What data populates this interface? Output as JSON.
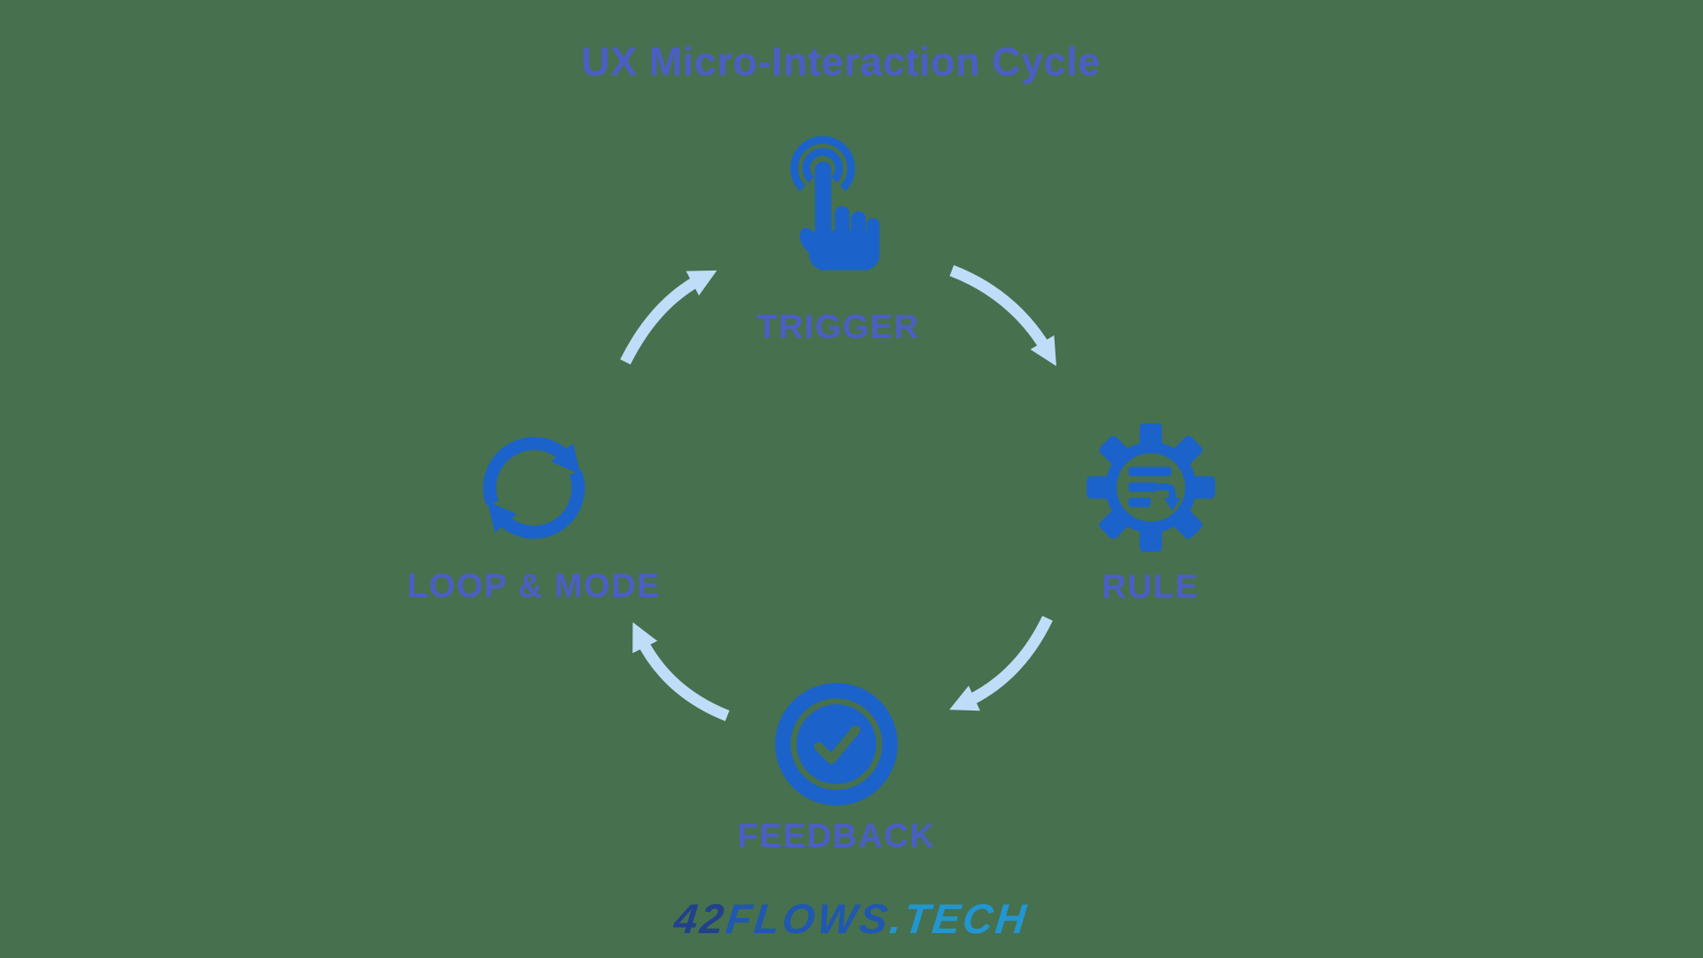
{
  "title": "UX Micro-Interaction Cycle",
  "nodes": [
    {
      "id": "trigger",
      "label": "TRIGGER",
      "icon": "tap-icon"
    },
    {
      "id": "rule",
      "label": "RULE",
      "icon": "gear-icon"
    },
    {
      "id": "feedback",
      "label": "FEEDBACK",
      "icon": "check-circle-icon"
    },
    {
      "id": "loop",
      "label": "LOOP & MODE",
      "icon": "sync-icon"
    }
  ],
  "arrows": [
    {
      "from": "LOOP & MODE",
      "to": "TRIGGER"
    },
    {
      "from": "TRIGGER",
      "to": "RULE"
    },
    {
      "from": "RULE",
      "to": "FEEDBACK"
    },
    {
      "from": "FEEDBACK",
      "to": "LOOP & MODE"
    }
  ],
  "logo": {
    "prefix": "42",
    "name": "FLOWS",
    "tld": ".TECH"
  },
  "colors": {
    "background": "#47704E",
    "icon_blue": "#1B63CA",
    "label_blue": "#4A5FC4",
    "arrow_light_blue": "#BFDDF8",
    "logo_dark": "#22418C",
    "logo_mid": "#2058B0",
    "logo_cyan": "#2196D0"
  }
}
